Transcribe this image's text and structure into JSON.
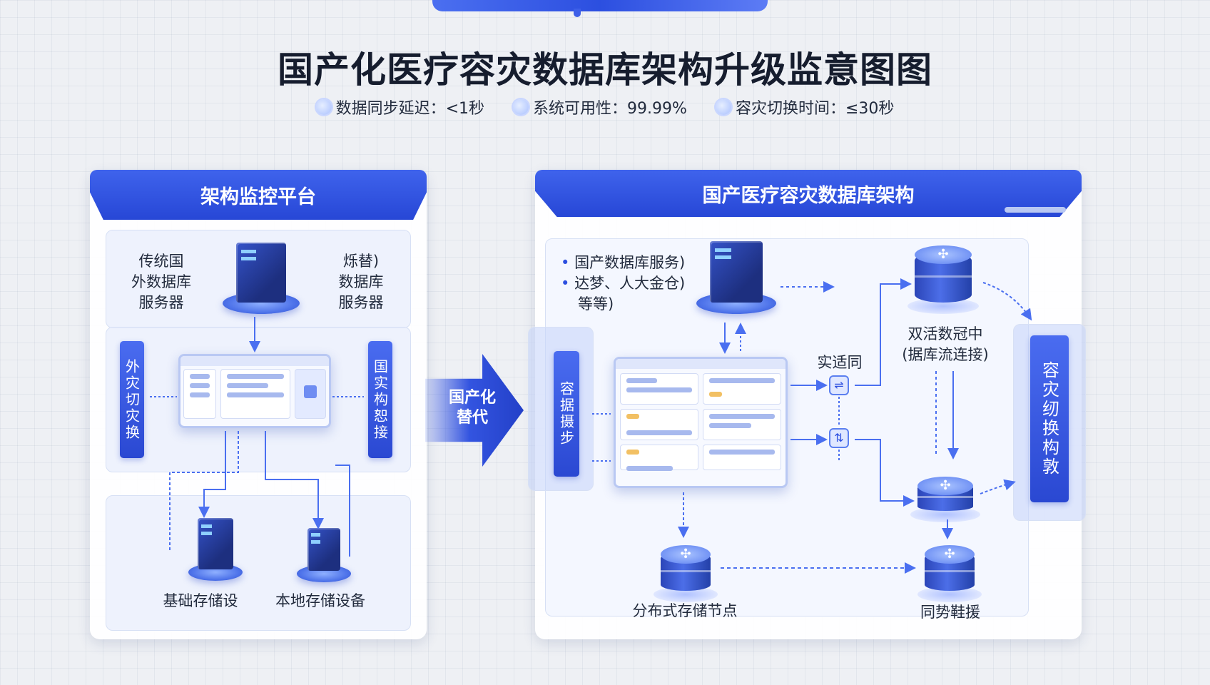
{
  "title": "国产化医疗容灾数据库架构升级监意图图",
  "metrics": [
    {
      "label": "数据同步延迟：<1秒"
    },
    {
      "label": "系统可用性：99.99%"
    },
    {
      "label": "容灾切换时间：≤30秒"
    }
  ],
  "left_panel": {
    "header": "架构监控平台",
    "label_traditional": [
      "传统国",
      "外数据库",
      "服务器"
    ],
    "label_replacement": [
      "烁替)",
      "数据库",
      "服务器"
    ],
    "tab_left": "外灾切灾换",
    "tab_right": "国实构恕接",
    "storage_base": "基础存储设",
    "storage_local": "本地存储设备"
  },
  "arrow": {
    "label_line1": "国产化",
    "label_line2": "替代"
  },
  "right_panel": {
    "header": "国产医疗容灾数据库架构",
    "db_service_lines": [
      "国产数据库服务)",
      "达梦、人大金仓)",
      "等等)"
    ],
    "tab_left": "容据摄步",
    "realtime_label": "实适同",
    "active_center_lines": [
      "双活数冠中",
      "(据库流连接)"
    ],
    "tab_right": "容灾纫换构敦",
    "distributed_label": "分布式存储节点",
    "sync_label": "同势鞋援"
  },
  "colors": {
    "accent": "#2c4fe0",
    "title": "#161d2e",
    "panel_bg": "#ffffff"
  }
}
